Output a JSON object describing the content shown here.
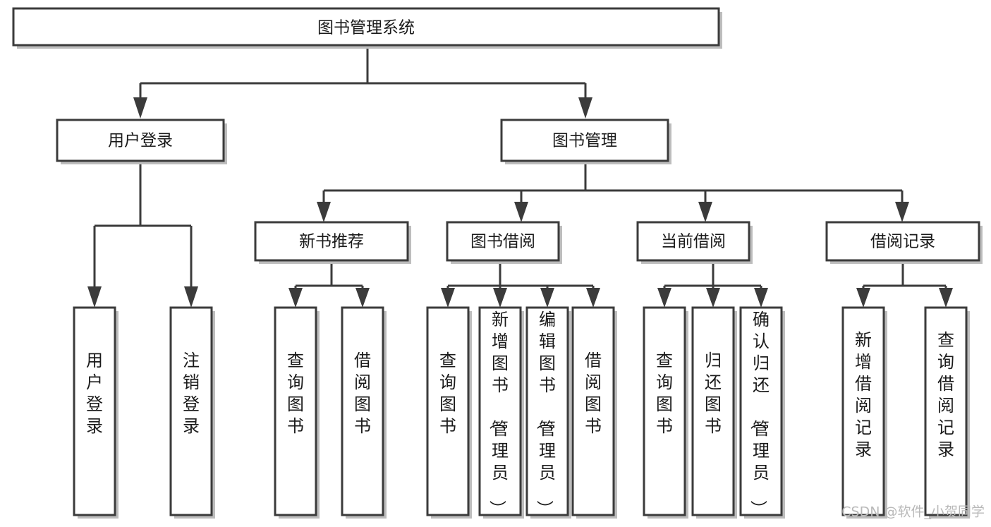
{
  "diagram": {
    "title": "图书管理系统",
    "type": "tree-hierarchy-chart",
    "colors": {
      "box_fill": "#ffffff",
      "box_stroke": "#3b3b3b",
      "shadow": "#bdbdbd",
      "text": "#1a1a1a",
      "watermark": "#b9b9b9",
      "background": "#ffffff"
    },
    "root": {
      "label": "图书管理系统"
    },
    "level2": [
      {
        "label": "用户登录"
      },
      {
        "label": "图书管理"
      }
    ],
    "level3": [
      {
        "label": "新书推荐"
      },
      {
        "label": "图书借阅"
      },
      {
        "label": "当前借阅"
      },
      {
        "label": "借阅记录"
      }
    ],
    "leaves": {
      "user_login": [
        {
          "label": "用户登录"
        },
        {
          "label": "注销登录"
        }
      ],
      "new_book_recommend": [
        {
          "label": "查询图书"
        },
        {
          "label": "借阅图书"
        }
      ],
      "book_borrow": [
        {
          "label": "查询图书"
        },
        {
          "label": "新增图书（管理员）"
        },
        {
          "label": "编辑图书（管理员）"
        },
        {
          "label": "借阅图书"
        }
      ],
      "current_borrow": [
        {
          "label": "查询图书"
        },
        {
          "label": "归还图书"
        },
        {
          "label": "确认归还（管理员）"
        }
      ],
      "borrow_record": [
        {
          "label": "新增借阅记录"
        },
        {
          "label": "查询借阅记录"
        }
      ]
    },
    "watermark": "CSDN @软件_小贺同学"
  }
}
